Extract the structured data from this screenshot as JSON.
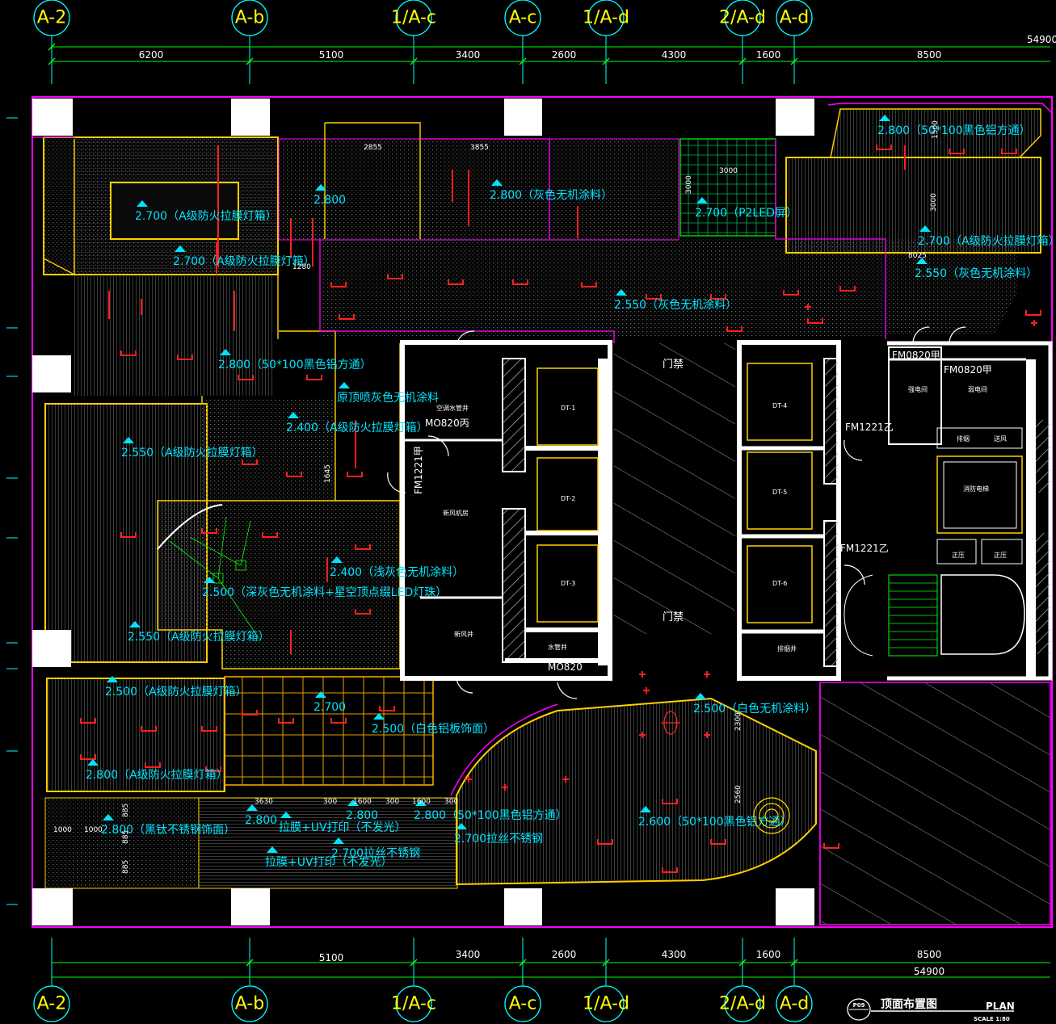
{
  "grid_axes": {
    "labels": [
      "A-2",
      "A-b",
      "1/A-c",
      "A-c",
      "1/A-d",
      "2/A-d",
      "A-d"
    ]
  },
  "dimensions": {
    "top_total": "54900",
    "top_segments": [
      "6200",
      "5100",
      "3400",
      "2600",
      "4300",
      "1600",
      "8500"
    ],
    "bottom_segments": [
      "5100",
      "3400",
      "2600",
      "4300",
      "1600",
      "8500"
    ],
    "bottom_total": "54900",
    "interior": [
      "2855",
      "3855",
      "3000",
      "3000",
      "3000",
      "1280",
      "1645",
      "3630",
      "300",
      "1600",
      "300",
      "1600",
      "300",
      "2300",
      "2560",
      "1000",
      "1000",
      "885",
      "885",
      "885",
      "8025",
      "1500"
    ]
  },
  "ceiling_labels": [
    "2.800（50*100黑色铝方通）",
    "2.800",
    "2.800（灰色无机涂料）",
    "2.700（A级防火拉膜灯箱）",
    "2.700（P2LED屏）",
    "2.700（A级防火拉膜灯箱）",
    "2.700（A级防火拉膜灯箱）",
    "2.550（灰色无机涂料）",
    "2.550（灰色无机涂料）",
    "2.800（50*100黑色铝方通）",
    "原顶喷灰色无机涂料",
    "2.400（A级防火拉膜灯箱）",
    "2.550（A级防火拉膜灯箱）",
    "2.400（浅灰色无机涂料）",
    "2.500（深灰色无机涂料+星空顶点缀LED灯珠）",
    "2.550（A级防火拉膜灯箱）",
    "2.500（A级防火拉膜灯箱）",
    "2.700",
    "2.500（白色铝板饰面）",
    "2.500（白色无机涂料）",
    "2.800（A级防火拉膜灯箱）",
    "2.800（黑钛不锈钢饰面）",
    "2.800",
    "拉膜+UV打印（不发光）",
    "2.800",
    "2.800（50*100黑色铝方通）",
    "2.700拉丝不锈钢",
    "2.600（50*100黑色铝方通）",
    "2.700拉丝不锈钢",
    "拉膜+UV打印（不发光）"
  ],
  "room_labels": [
    "门禁",
    "门禁",
    "空调水管井",
    "新风机房",
    "新风井",
    "水管井",
    "强电间",
    "弱电间",
    "排烟",
    "送风",
    "消防电梯",
    "正压",
    "正压",
    "排烟井"
  ],
  "elevator_labels": [
    "DT-1",
    "DT-2",
    "DT-3",
    "DT-4",
    "DT-5",
    "DT-6"
  ],
  "door_labels": [
    "MO820丙",
    "FM1221甲",
    "FM0820甲",
    "FM0820甲",
    "FM1221乙",
    "FM1221乙",
    "MO820"
  ],
  "title_block": {
    "sheet_no": "P09",
    "title": "顶面布置图",
    "plan": "PLAN",
    "scale": "SCALE 1:80"
  },
  "colors": {
    "background": "#000000",
    "grid_bubble": "#00ffff",
    "grid_text": "#ffff00",
    "ceiling_text": "#00e5ff",
    "wall_outline": "#ff00ff",
    "partition": "#ffff00",
    "light_fixture": "#ff2020",
    "dimension_line": "#00ff00",
    "core_wall": "#ffffff"
  }
}
